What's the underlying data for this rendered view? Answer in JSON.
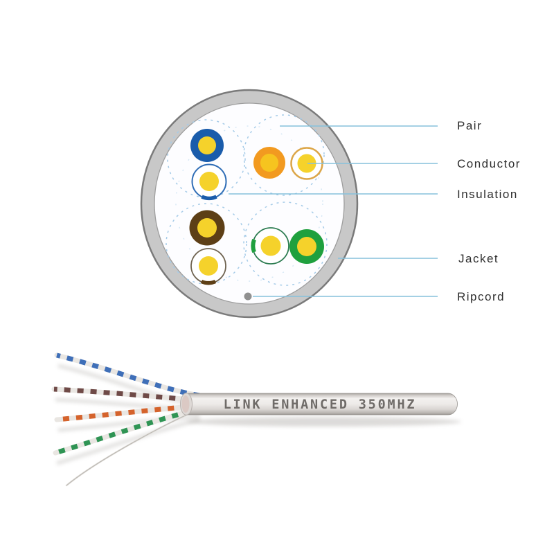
{
  "cross_section": {
    "callouts": [
      {
        "id": "pair",
        "label": "Pair"
      },
      {
        "id": "conductor",
        "label": "Conductor"
      },
      {
        "id": "insulation",
        "label": "Insulation"
      },
      {
        "id": "jacket",
        "label": "Jacket"
      },
      {
        "id": "ripcord",
        "label": "Ripcord"
      }
    ]
  },
  "cable_photo": {
    "print_text": "LINK ENHANCED 350MHZ"
  },
  "colors": {
    "leader_line": "#85c1dc",
    "pair_dash": "#a5cbe8",
    "jacket_ring": "#c8c8c8",
    "jacket_ring_edge": "#7a7a7a",
    "jacket_inner_edge": "#9d9d9d",
    "cross_bg": "#fdfdff",
    "conductor_yellow": "#f5d22b",
    "conductor_amber": "#f6c41f",
    "ins_blue": "#1a5cab",
    "ins_blue_ring": "#2f6db6",
    "ins_orange": "#f29a20",
    "ins_orange_ring": "#dca648",
    "ins_brown": "#5d3f16",
    "ins_brown_ring": "#6f6350",
    "ins_green": "#1fa03e",
    "ins_green_ring": "#2e7d52",
    "ripcord_dot": "#909090",
    "photo_pair_blue": "#3f6fb8",
    "photo_pair_brown": "#6f4a47",
    "photo_pair_orange": "#d5632c",
    "photo_pair_green": "#2f9454",
    "photo_strand_white": "#e9e6e2",
    "photo_ripcord": "#dcd9d4",
    "photo_print": "#6f6b68"
  }
}
